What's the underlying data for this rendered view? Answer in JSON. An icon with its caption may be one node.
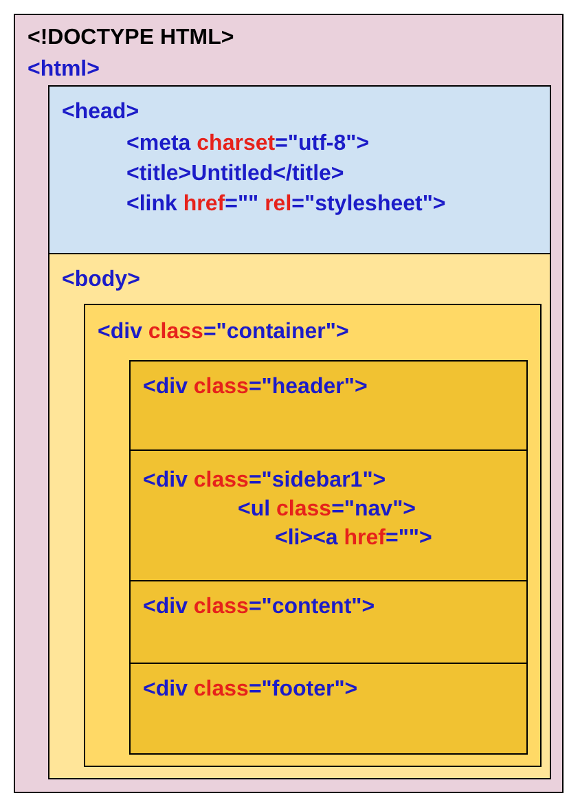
{
  "diagram": {
    "nodes": [
      {
        "text": [
          "<!DOCTYPE HTML>",
          "<html>"
        ]
      },
      {
        "text": [
          "<head>",
          "<meta charset=\"utf-8\">",
          "<title>Untitled</title>",
          "<link href=\"\" rel=\"stylesheet\">"
        ],
        "in": 0
      },
      {
        "text": [
          "<body>"
        ],
        "in": 0
      },
      {
        "text": [
          "<div class=\"container\">"
        ],
        "in": 2
      },
      {
        "text": [
          "<div class=\"header\">"
        ],
        "in": 3
      },
      {
        "text": [
          "<div class=\"sidebar1\">",
          "<ul class=\"nav\">",
          "<li><a href=\"\">"
        ],
        "in": 3
      },
      {
        "text": [
          "<div class=\"content\">"
        ],
        "in": 3
      },
      {
        "text": [
          "<div class=\"footer\">"
        ],
        "in": 3
      }
    ]
  }
}
